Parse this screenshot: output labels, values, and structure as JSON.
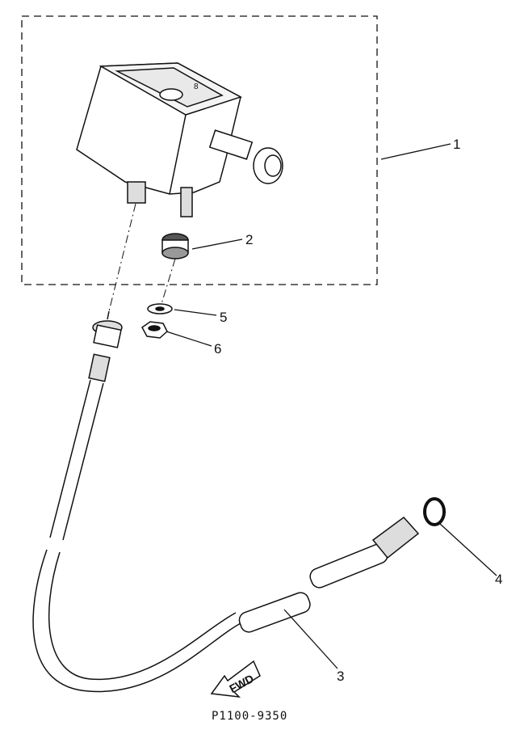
{
  "callouts": {
    "part1": "1",
    "part2": "2",
    "part3": "3",
    "part4": "4",
    "part5": "5",
    "part6": "6"
  },
  "direction_arrow": {
    "label": "FWD"
  },
  "drawing_number": "P1100-9350"
}
